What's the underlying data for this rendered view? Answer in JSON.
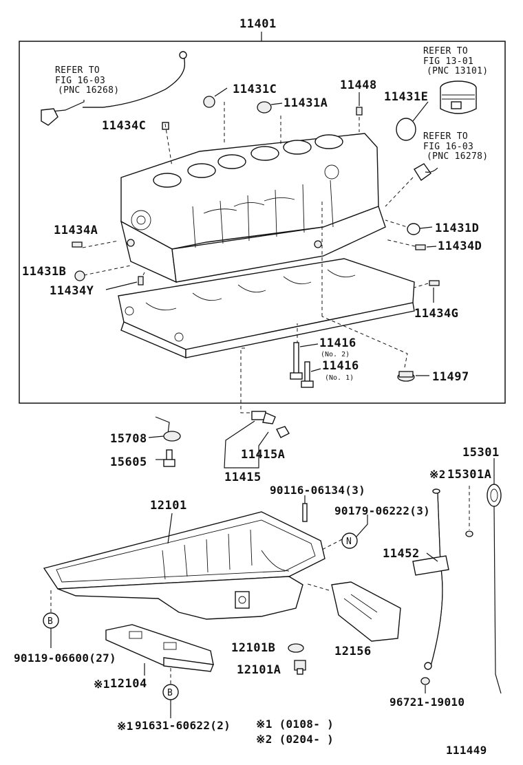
{
  "assembly": {
    "number": "11401"
  },
  "labels": {
    "p11431C": "11431C",
    "p11431A": "11431A",
    "p11448": "11448",
    "p11431E": "11431E",
    "p11434C": "11434C",
    "p11434A": "11434A",
    "p11431B": "11431B",
    "p11434Y": "11434Y",
    "p11431D": "11431D",
    "p11434D": "11434D",
    "p11434G": "11434G",
    "p11416_1": "11416",
    "p11416_1_note": "(No. 2)",
    "p11416_2": "11416",
    "p11416_2_note": "(No. 1)",
    "p11497": "11497",
    "p15708": "15708",
    "p15605": "15605",
    "p11415A": "11415A",
    "p11415": "11415",
    "p15301": "15301",
    "p15301A": "15301A",
    "p15301A_mark": "※2",
    "p90116": "90116-06134(3)",
    "p90179": "90179-06222(3)",
    "p12101": "12101",
    "p11452": "11452",
    "p90119": "90119-06600(27)",
    "p12104": "12104",
    "p12104_mark": "※1",
    "p12101B": "12101B",
    "p12101A": "12101A",
    "p12156": "12156",
    "p96721": "96721-19010",
    "p91631": "91631-60622(2)",
    "p91631_mark": "※1"
  },
  "refs": {
    "left": {
      "line1": "REFER TO",
      "line2": "FIG 16-03",
      "line3": "(PNC 16268)"
    },
    "top_right": {
      "line1": "REFER TO",
      "line2": "FIG 13-01",
      "line3": "(PNC 13101)"
    },
    "mid_right": {
      "line1": "REFER TO",
      "line2": "FIG 16-03",
      "line3": "(PNC 16278)"
    }
  },
  "callouts": {
    "B": "B",
    "N": "N"
  },
  "footnotes": {
    "note1": "※1 (0108-        )",
    "note2": "※2 (0204-        )"
  },
  "figure_number": "111449"
}
